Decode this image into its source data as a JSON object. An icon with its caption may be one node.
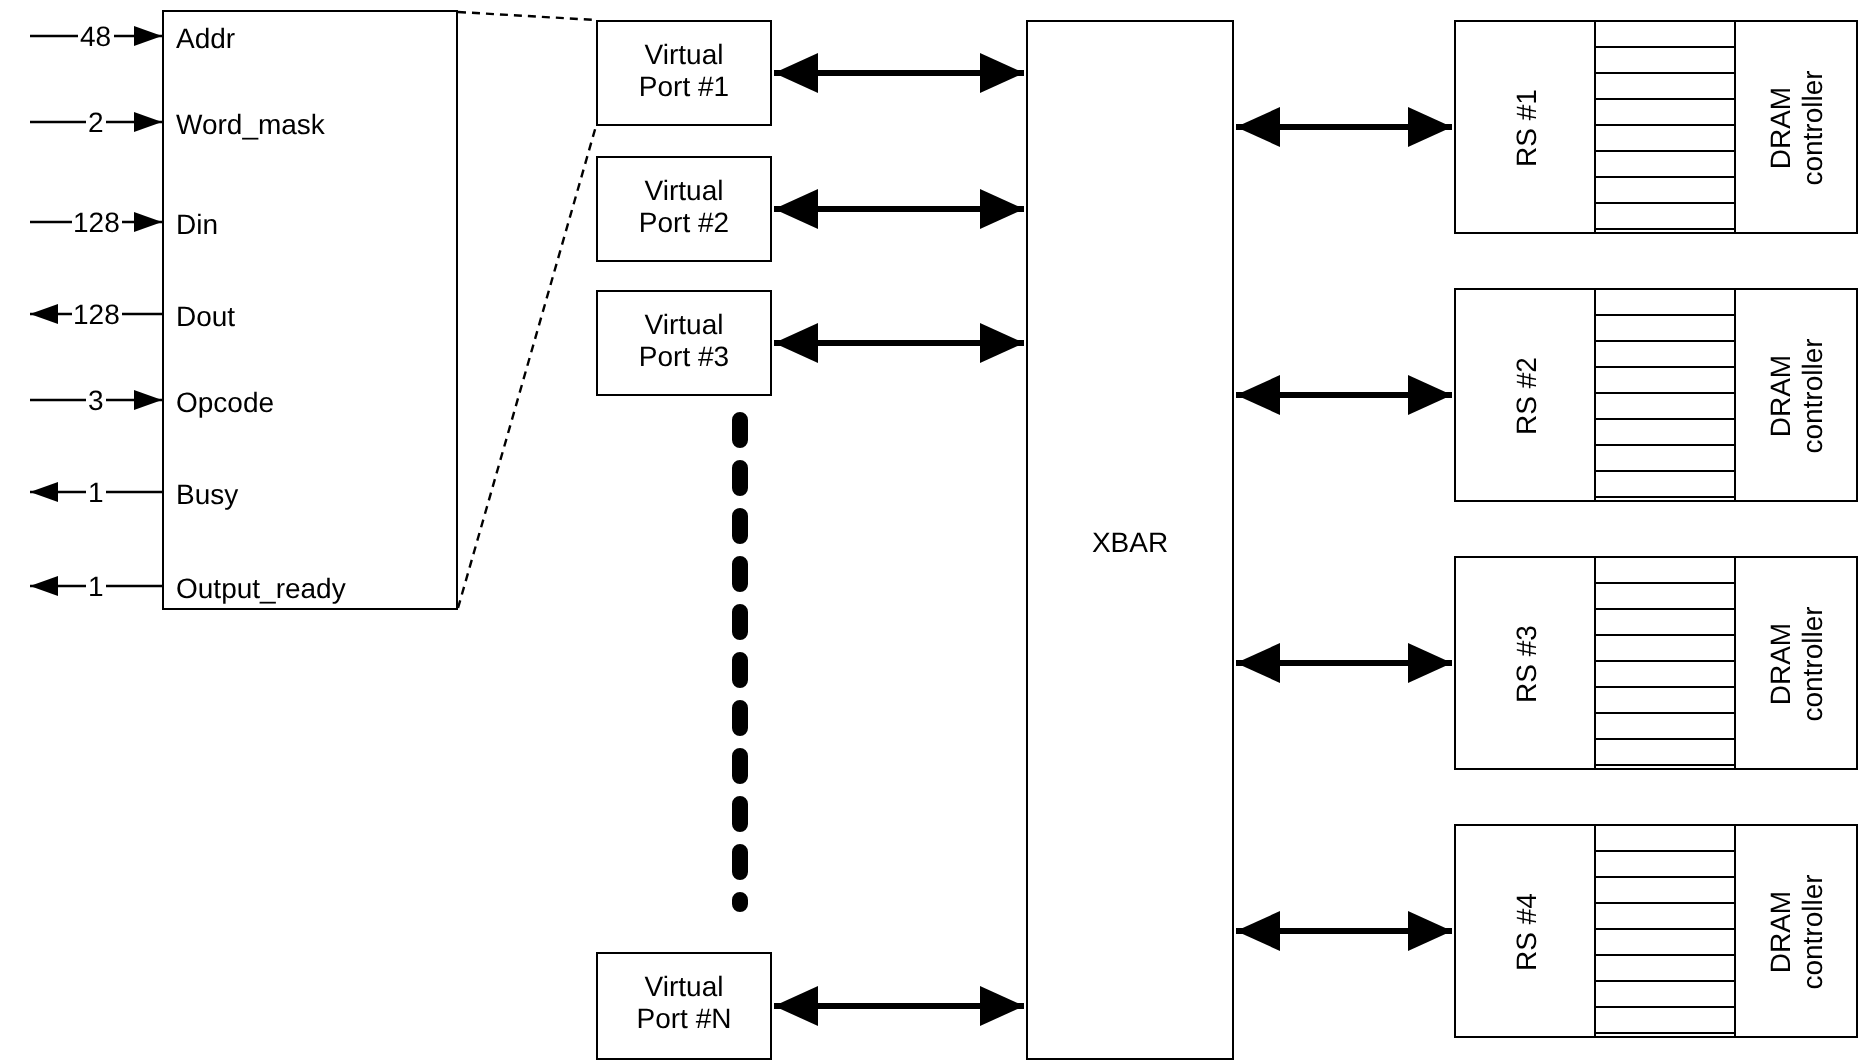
{
  "diagram": {
    "nodes": [
      {
        "text": [
          "Addr",
          "Word_mask",
          "Din",
          "Dout",
          "Opcode",
          "Busy",
          "Output_ready"
        ]
      },
      {
        "text": [
          "Virtual Port #1"
        ]
      },
      {
        "text": [
          "Virtual Port #2"
        ]
      },
      {
        "text": [
          "Virtual Port #3"
        ]
      },
      {
        "text": [
          "Virtual Port #N"
        ]
      },
      {
        "text": [
          "XBAR"
        ]
      },
      {
        "text": [
          "RS #1"
        ]
      },
      {
        "text": [],
        "shape": "box"
      },
      {
        "text": [
          "DRAM controller"
        ]
      },
      {
        "text": [
          "RS #2"
        ]
      },
      {
        "text": [],
        "shape": "box"
      },
      {
        "text": [
          "DRAM controller"
        ]
      },
      {
        "text": [
          "RS #3"
        ]
      },
      {
        "text": [],
        "shape": "box"
      },
      {
        "text": [
          "DRAM controller"
        ]
      },
      {
        "text": [
          "RS #4"
        ]
      },
      {
        "text": [],
        "shape": "box"
      },
      {
        "text": [
          "DRAM controller"
        ]
      }
    ],
    "edges": [
      {
        "from": null,
        "to": 0,
        "arrow": "to",
        "label": "48"
      },
      {
        "from": null,
        "to": 0,
        "arrow": "to",
        "label": "2"
      },
      {
        "from": null,
        "to": 0,
        "arrow": "to",
        "label": "128"
      },
      {
        "from": 0,
        "to": null,
        "arrow": "to",
        "label": "128"
      },
      {
        "from": null,
        "to": 0,
        "arrow": "to",
        "label": "3"
      },
      {
        "from": 0,
        "to": null,
        "arrow": "to",
        "label": "1"
      },
      {
        "from": 0,
        "to": null,
        "arrow": "to",
        "label": "1"
      },
      {
        "from": 0,
        "to": 1,
        "arrow": "none",
        "style": "dashed"
      },
      {
        "from": 0,
        "to": 1,
        "arrow": "none",
        "style": "dashed"
      },
      {
        "from": 1,
        "to": 5,
        "arrow": "both",
        "style": "thick"
      },
      {
        "from": 2,
        "to": 5,
        "arrow": "both",
        "style": "thick"
      },
      {
        "from": 3,
        "to": 5,
        "arrow": "both",
        "style": "thick"
      },
      {
        "from": 4,
        "to": 5,
        "arrow": "both",
        "style": "thick"
      },
      {
        "from": 5,
        "to": 6,
        "arrow": "both",
        "style": "thick"
      },
      {
        "from": 5,
        "to": 9,
        "arrow": "both",
        "style": "thick"
      },
      {
        "from": 5,
        "to": 12,
        "arrow": "both",
        "style": "thick"
      },
      {
        "from": 5,
        "to": 15,
        "arrow": "both",
        "style": "thick"
      }
    ]
  }
}
